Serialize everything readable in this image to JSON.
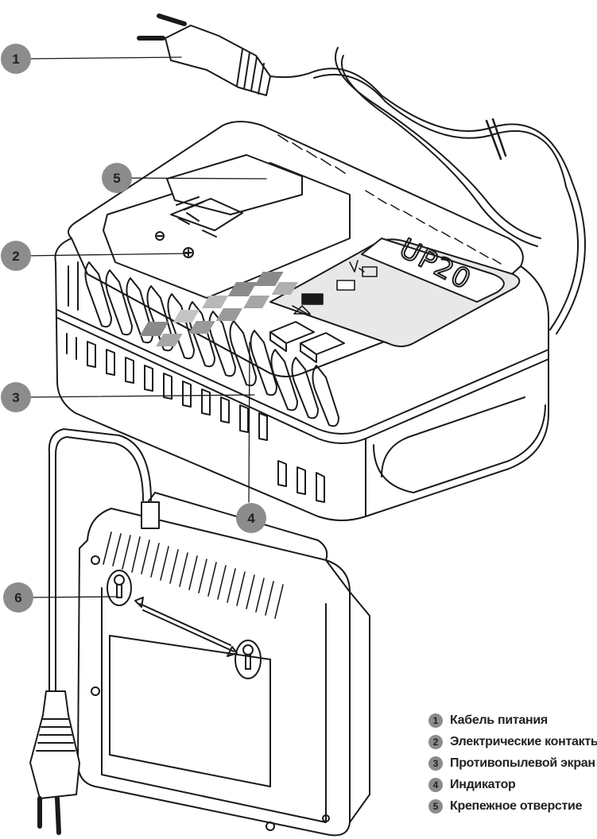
{
  "callouts": [
    {
      "num": "1"
    },
    {
      "num": "2"
    },
    {
      "num": "3"
    },
    {
      "num": "4"
    },
    {
      "num": "5"
    },
    {
      "num": "6"
    }
  ],
  "brand": "UP20",
  "legend": [
    {
      "num": "1",
      "label": "Кабель питания"
    },
    {
      "num": "2",
      "label": "Электрические контакты"
    },
    {
      "num": "3",
      "label": "Противопылевой экран"
    },
    {
      "num": "4",
      "label": "Индикатор"
    },
    {
      "num": "5",
      "label": "Крепежное отверстие"
    }
  ],
  "colors": {
    "callout": "#8c8c8c",
    "line": "#1a1a1a",
    "panel": "#e8e8e8",
    "led": "#a6a6a6"
  }
}
